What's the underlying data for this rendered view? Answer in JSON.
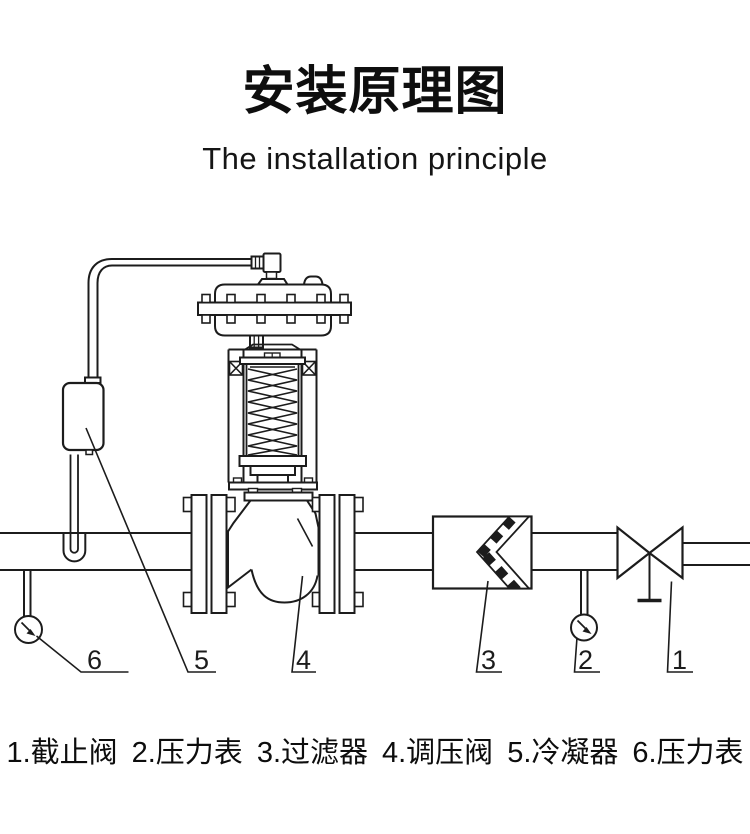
{
  "colors": {
    "background": "#ffffff",
    "line_ink": "#1c1c1c",
    "text_ink": "#0e0e0e"
  },
  "header": {
    "title_zh": "安装原理图",
    "title_en": "The installation principle"
  },
  "diagram": {
    "callouts": [
      "1",
      "2",
      "3",
      "4",
      "5",
      "6"
    ]
  },
  "legend": {
    "items": [
      "1.截止阀",
      "2.压力表",
      "3.过滤器",
      "4.调压阀",
      "5.冷凝器",
      "6.压力表"
    ]
  }
}
